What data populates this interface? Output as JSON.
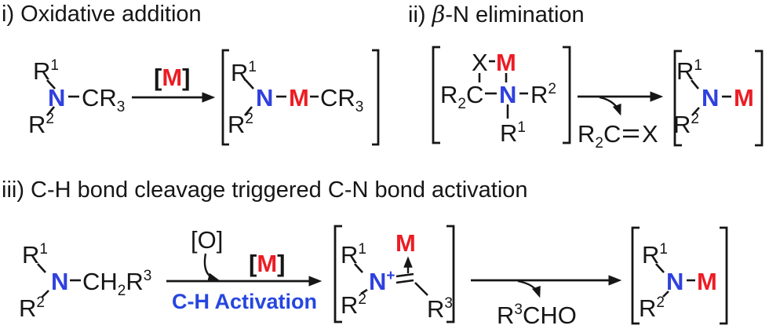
{
  "palette": {
    "ink": "#161616",
    "nitrogen_blue": "#2f41de",
    "metal_red": "#ec1c24",
    "activation_blue": "#2646df"
  },
  "section_i": {
    "title": "i) Oxidative addition",
    "reactant": {
      "r_base1": "R",
      "r_sup1": "1",
      "n": "N",
      "r_base2": "R",
      "r_sup2": "2",
      "c_base": "CR",
      "c_sub": "3"
    },
    "catalyst": {
      "open": "[",
      "metal": "M",
      "close": "]"
    },
    "product": {
      "r_base1": "R",
      "r_sup1": "1",
      "n": "N",
      "metal": "M",
      "c_base": "CR",
      "c_sub": "3",
      "r_base2": "R",
      "r_sup2": "2"
    }
  },
  "section_ii": {
    "title_num": "ii) ",
    "title_beta": "β",
    "title_rest": "-N elimination",
    "reactant": {
      "x": "X",
      "metal": "M",
      "rc_base": "R",
      "rc_sub": "2",
      "rc_c": "C",
      "n": "N",
      "r_base2": "R",
      "r_sup2": "2",
      "r_base1": "R",
      "r_sup1": "1"
    },
    "byproduct": {
      "r_base": "R",
      "r_sub": "2",
      "c": "C",
      "x": "X"
    },
    "product": {
      "r_base1": "R",
      "r_sup1": "1",
      "n": "N",
      "metal": "M",
      "r_base2": "R",
      "r_sup2": "2"
    }
  },
  "section_iii": {
    "title": "iii) C-H bond cleavage triggered C-N bond activation",
    "reactant": {
      "r_base1": "R",
      "r_sup1": "1",
      "n": "N",
      "r_base2": "R",
      "r_sup2": "2",
      "ch_base": "CH",
      "ch_sub": "2",
      "r_base3": "R",
      "r_sup3": "3"
    },
    "oxidant": "[O]",
    "catalyst": {
      "open": "[",
      "metal": "M",
      "close": "]"
    },
    "activation_label": "C-H Activation",
    "intermediate": {
      "r_base1": "R",
      "r_sup1": "1",
      "n": "N",
      "charge": "+",
      "metal": "M",
      "r_base3": "R",
      "r_sup3": "3",
      "r_base2": "R",
      "r_sup2": "2"
    },
    "byproduct": {
      "r_base": "R",
      "r_sup": "3",
      "rest": "CHO"
    },
    "product": {
      "r_base1": "R",
      "r_sup1": "1",
      "n": "N",
      "metal": "M",
      "r_base2": "R",
      "r_sup2": "2"
    }
  }
}
